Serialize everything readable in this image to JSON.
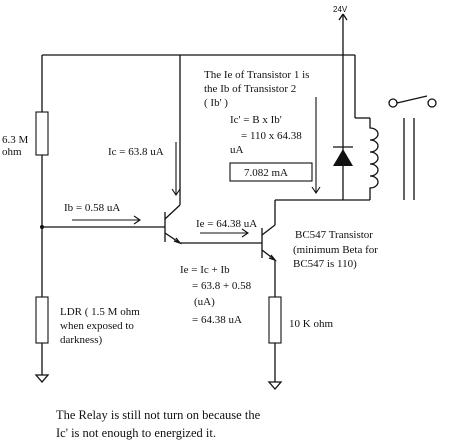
{
  "supply_label": "24V",
  "labels": {
    "r_top": [
      "6.3 M",
      "ohm"
    ],
    "ldr": [
      "LDR ( 1.5 M ohm",
      "when exposed to",
      "darkness)"
    ],
    "ic": "Ic = 63.8 uA",
    "ib": "Ib = 0.58 uA",
    "ie_top": "Ie = 64.38 uA",
    "ie_calc": [
      "Ie = Ic + Ib",
      "= 63.8 + 0.58",
      "(uA)",
      "= 64.38 uA"
    ],
    "note": [
      "The Ie of Transistor 1 is",
      "the Ib of Transistor 2",
      "( Ib' )"
    ],
    "ic_prime": [
      "Ic' = B x Ib'",
      "= 110 x 64.38",
      "uA"
    ],
    "result": "7.082 mA",
    "bc547": [
      "BC547 Transistor",
      "(minimum Beta for",
      "BC547 is 110)"
    ],
    "r_emitter": "10 K ohm"
  },
  "caption": [
    "The Relay is still not turn on because the",
    "Ic' is not enough to energized it."
  ]
}
